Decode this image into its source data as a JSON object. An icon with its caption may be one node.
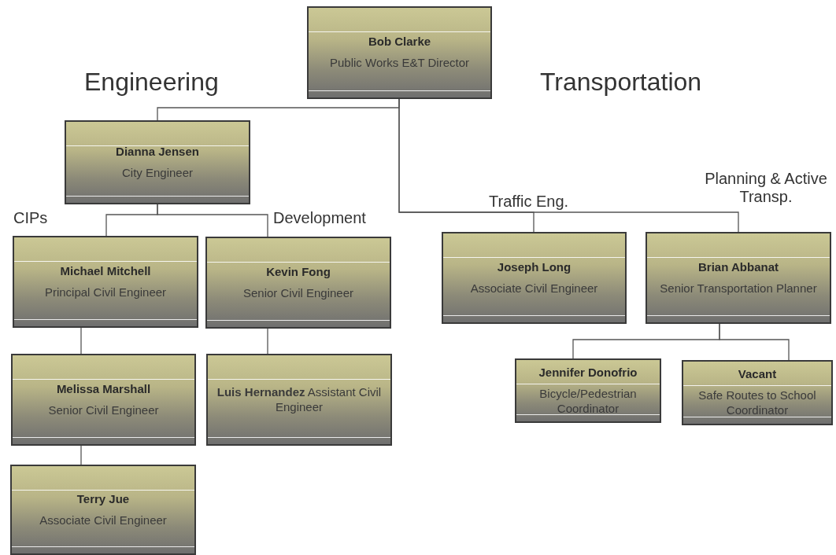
{
  "diagram": {
    "nodes": [
      {
        "text": [
          "Bob Clarke",
          "Public Works E&T Director"
        ]
      },
      {
        "text": [
          "Dianna Jensen",
          "City Engineer"
        ]
      },
      {
        "text": [
          "Michael Mitchell",
          "Principal Civil Engineer"
        ]
      },
      {
        "text": [
          "Kevin Fong",
          "Senior Civil Engineer"
        ]
      },
      {
        "text": [
          "Joseph Long",
          "Associate Civil Engineer"
        ]
      },
      {
        "text": [
          "Brian Abbanat",
          "Senior Transportation Planner"
        ]
      },
      {
        "text": [
          "Melissa Marshall",
          "Senior Civil Engineer"
        ]
      },
      {
        "text": [
          "**Luis Hernandez** Assistant Civil Engineer"
        ]
      },
      {
        "text": [
          "Jennifer Donofrio",
          "Bicycle/Pedestrian Coordinator"
        ]
      },
      {
        "text": [
          "Vacant",
          "Safe Routes to School Coordinator"
        ]
      },
      {
        "text": [
          "Terry Jue",
          "Associate Civil Engineer"
        ]
      }
    ],
    "edges": [
      {
        "from": 0,
        "to": 1,
        "arrow": "none"
      },
      {
        "from": 0,
        "to": 4,
        "arrow": "none"
      },
      {
        "from": 0,
        "to": 5,
        "arrow": "none"
      },
      {
        "from": 1,
        "to": 2,
        "arrow": "none"
      },
      {
        "from": 1,
        "to": 3,
        "arrow": "none"
      },
      {
        "from": 2,
        "to": 6,
        "arrow": "none"
      },
      {
        "from": 6,
        "to": 10,
        "arrow": "none"
      },
      {
        "from": 3,
        "to": 7,
        "arrow": "none"
      },
      {
        "from": 5,
        "to": 8,
        "arrow": "none"
      },
      {
        "from": 5,
        "to": 9,
        "arrow": "none"
      }
    ],
    "labels": [
      "Engineering",
      "Transportation",
      "CIPs",
      "Development",
      "Traffic Eng.",
      "Planning & Active Transp."
    ]
  }
}
